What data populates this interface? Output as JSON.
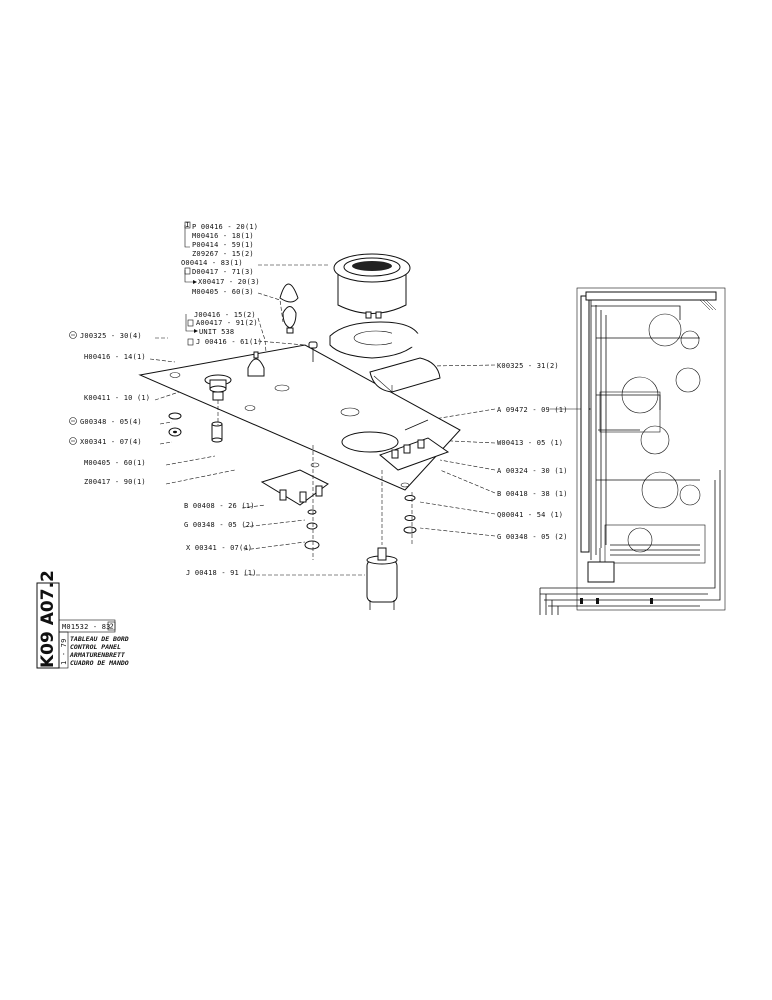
{
  "callouts": {
    "p00416_20": "P 00416 - 20(1)",
    "m00416_18": "M00416 - 18(1)",
    "p00414_59": "P00414 - 59(1)",
    "z09267_15": "Z09267 - 15(2)",
    "o00414_83": "O00414 - 83(1)",
    "d00417_71": "D00417 - 71(3)",
    "x00417_20": "X00417 - 20(3)",
    "m00405_60_3": "M00405 - 60(3)",
    "j00416_15": "J00416 - 15(2)",
    "a00417_91": "A00417 - 91(2)",
    "unit_538": "UNIT 538",
    "j00416_61": "J 00416 - 61(1)",
    "j00325_30": "J00325 - 30(4)",
    "h00416_14": "H00416 - 14(1)",
    "k00411_10": "K00411 - 10 (1)",
    "g00348_05_4": "G00348 - 05(4)",
    "x00341_07_4": "X00341 - 07(4)",
    "m00405_60_1": "M00405 - 60(1)",
    "z00417_90": "Z00417 - 90(1)",
    "b00408_26": "B 00408 - 26 (1)",
    "g00348_05_2": "G 00348 - 05 (2)",
    "x00341_07_4b": "X 00341 - 07(4)",
    "j00418_91": "J 00418 - 91 (1)",
    "k00325_31": "K00325 - 31(2)",
    "a09472_09": "A 09472 - 09 (1)",
    "w00413_05": "W00413 - 05 (1)",
    "a00324_30": "A 00324 - 30 (1)",
    "b00418_38": "B 00418 - 38 (1)",
    "q00041_54": "Q00041 - 54 (1)",
    "g00348_05_2r": "G 00348 - 05 (2)"
  },
  "title_block": {
    "doc_number": "M01532 - 83",
    "revision_mark": "2",
    "date": "1 - 79",
    "title_fr": "TABLEAU DE BORD",
    "title_en": "CONTROL PANEL",
    "title_de": "ARMATURENBRETT",
    "title_es": "CUADRO DE MANDO"
  },
  "side_code": "K09 A07.2",
  "colors": {
    "ink": "#111111",
    "paper": "#ffffff"
  }
}
